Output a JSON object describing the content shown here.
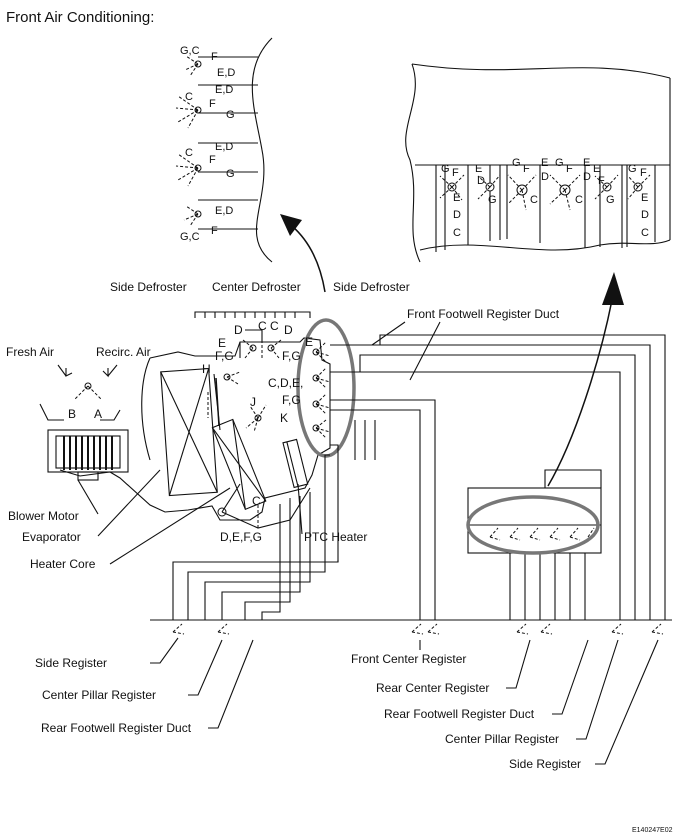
{
  "title": "Front Air Conditioning:",
  "labels": {
    "side_defroster_left": "Side Defroster",
    "center_defroster": "Center Defroster",
    "side_defroster_right": "Side Defroster",
    "front_footwell_register_duct": "Front Footwell Register Duct",
    "fresh_air": "Fresh Air",
    "recirc_air": "Recirc. Air",
    "blower_motor": "Blower Motor",
    "evaporator": "Evaporator",
    "heater_core": "Heater Core",
    "ptc_heater": "PTC Heater",
    "side_register_left": "Side Register",
    "center_pillar_register_left": "Center Pillar Register",
    "rear_footwell_register_duct": "Rear Footwell Register Duct",
    "front_center_register": "Front Center Register",
    "rear_center_register": "Rear Center Register",
    "rear_footwell_register_duct_right": "Rear Footwell Register Duct",
    "center_pillar_register_right": "Center Pillar Register",
    "side_register_right": "Side Register"
  },
  "damper_letters": {
    "a": "A",
    "b": "B",
    "c": "C",
    "d": "D",
    "e": "E",
    "h": "H",
    "j": "J",
    "k": "K",
    "gc": "G,C",
    "ed": "E,D",
    "f": "F",
    "g": "G",
    "fg": "F,G",
    "cde": "C,D,E,",
    "defg": "D,E,F,G"
  },
  "figure_code": "E140247E02"
}
